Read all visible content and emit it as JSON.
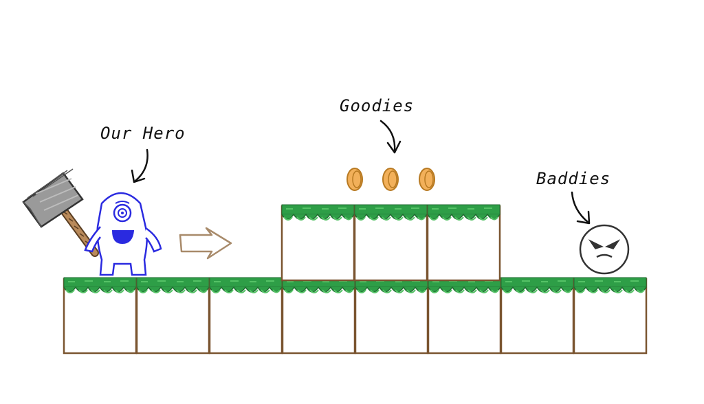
{
  "labels": {
    "hero": "Our Hero",
    "goodies": "Goodies",
    "baddies": "Baddies"
  },
  "colors": {
    "grass": "#2e9e47",
    "grass_light": "#55c266",
    "grass_dark": "#1f6b30",
    "dirt": "#7a5530",
    "hero": "#2a2ae0",
    "coin": "#f2b05a",
    "coin_edge": "#b87a22",
    "hammer_head": "#9a9a9a",
    "hammer_handle": "#b98a5a",
    "arrow": "#a88a6a",
    "baddie": "#333333",
    "ink": "#111111"
  },
  "icons": {
    "hero": "cyclops-monster-icon",
    "hammer": "hammer-icon",
    "coin": "coin-icon",
    "baddie": "angry-face-icon",
    "direction": "right-arrow-icon"
  }
}
